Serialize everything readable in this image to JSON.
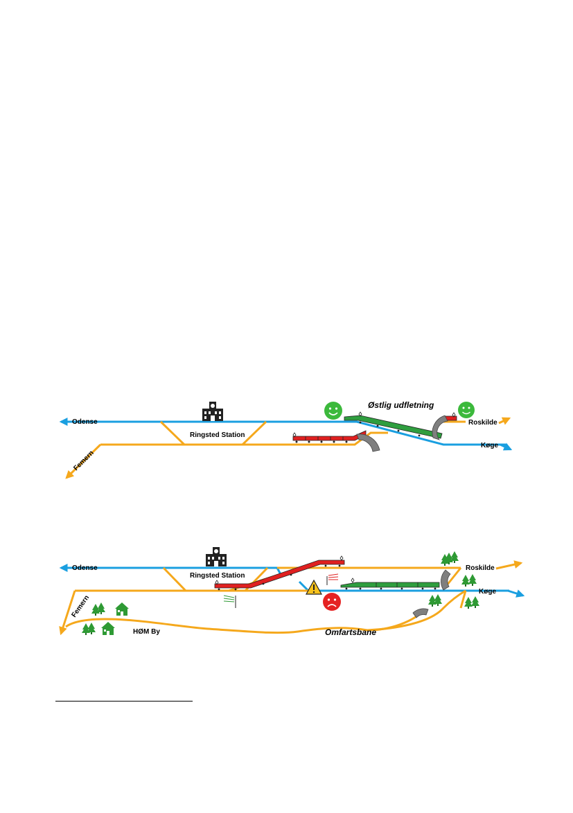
{
  "colors": {
    "blue_track": "#1a9fe0",
    "orange_track": "#f5a81c",
    "red_train": "#e02020",
    "green_train": "#2f9e3f",
    "smiley_green": "#3cb93c",
    "smiley_red": "#e52222",
    "tree_green": "#2e9a34",
    "tunnel_gray": "#7f7f7f",
    "warning_yellow": "#f7c21c"
  },
  "diagram_top": {
    "odense": "Odense",
    "ringsted_station": "Ringsted Station",
    "femern": "Femern",
    "ostlig_udfletning": "Østlig udfletning",
    "roskilde": "Roskilde",
    "koge": "Køge",
    "station_icon": "station-building-icon",
    "smiley_icon": "happy-face-icon"
  },
  "diagram_bottom": {
    "odense": "Odense",
    "ringsted_station": "Ringsted Station",
    "femern": "Femern",
    "hom_by": "HØM By",
    "omfartsbane": "Omfartsbane",
    "roskilde": "Roskilde",
    "koge": "Køge",
    "station_icon": "station-building-icon",
    "warning_icon": "warning-triangle-icon",
    "sad_icon": "sad-face-icon"
  }
}
